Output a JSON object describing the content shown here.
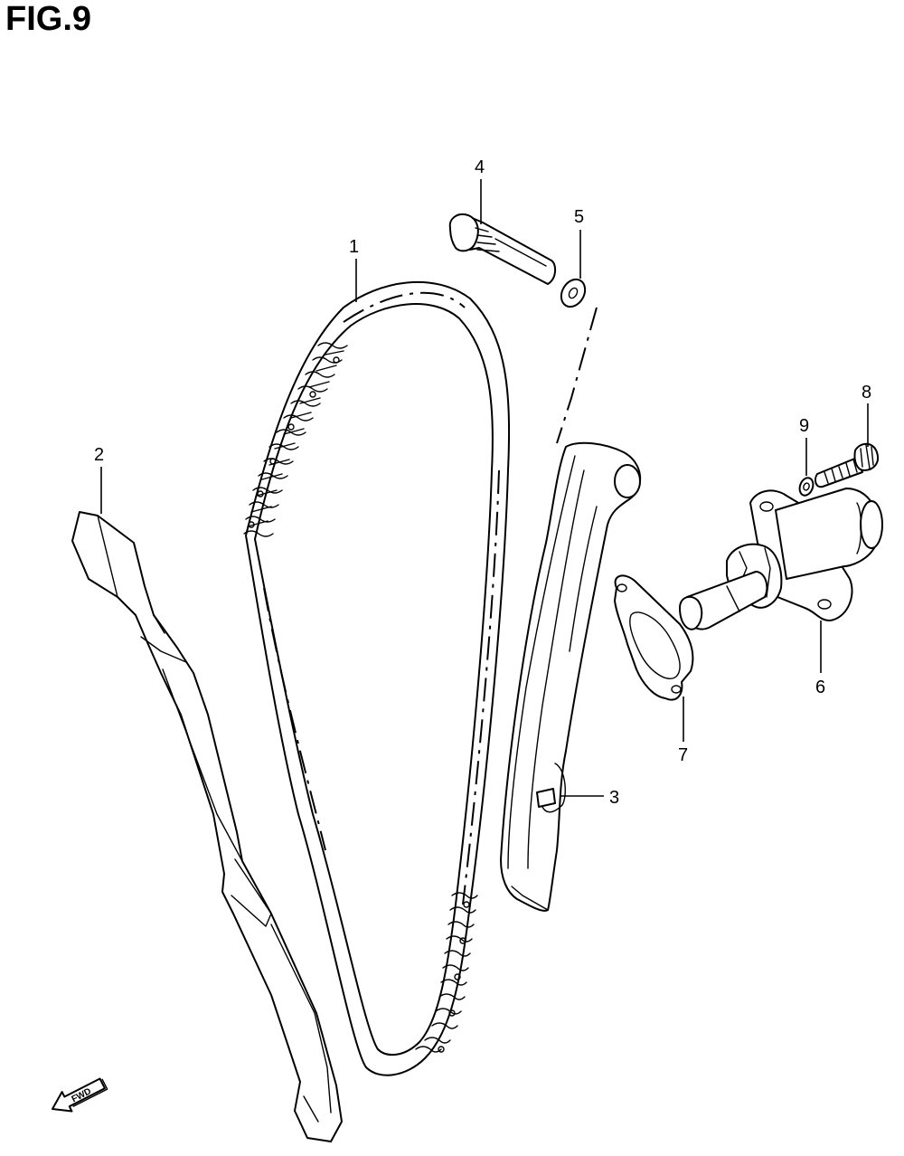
{
  "figure": {
    "title": "FIG.9",
    "direction_label": "FWD"
  },
  "parts": [
    {
      "ref": "1"
    },
    {
      "ref": "2"
    },
    {
      "ref": "3"
    },
    {
      "ref": "4"
    },
    {
      "ref": "5"
    },
    {
      "ref": "6"
    },
    {
      "ref": "7"
    },
    {
      "ref": "8"
    },
    {
      "ref": "9"
    }
  ]
}
